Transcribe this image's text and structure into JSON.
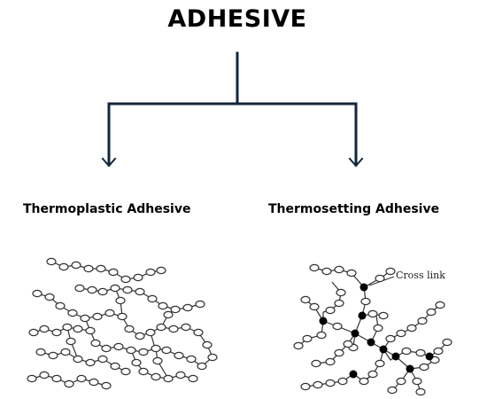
{
  "title": "ADHESIVE",
  "branches": [
    {
      "label": "Thermoplastic Adhesive"
    },
    {
      "label": "Thermosetting Adhesive"
    }
  ],
  "annotation": "Cross link",
  "colors": {
    "arrow": "#12263a",
    "text": "#000000",
    "chain": "#333333"
  }
}
